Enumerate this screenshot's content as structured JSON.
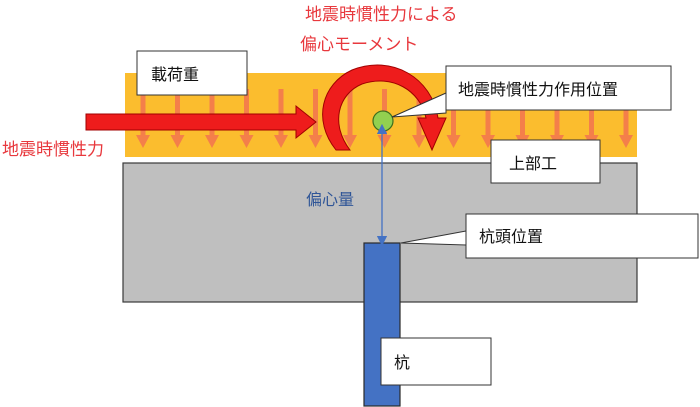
{
  "labels": {
    "moment_title_line1": "地震時慣性力による",
    "moment_title_line2": "偏心モーメント",
    "load": "載荷重",
    "inertia_force": "地震時慣性力",
    "action_point": "地震時慣性力作用位置",
    "superstructure": "上部工",
    "eccentricity": "偏心量",
    "pile_head": "杭頭位置",
    "pile": "杭"
  },
  "colors": {
    "accent_red": "#e8383d",
    "load_band": "#fbbd2e",
    "load_arrows": "#f47f4a",
    "superstructure_fill": "#bfbfbf",
    "pile_fill": "#4472c4",
    "action_point": "#92d050",
    "dimension_line": "#4472c4",
    "eccentricity_text": "#2f5597"
  }
}
